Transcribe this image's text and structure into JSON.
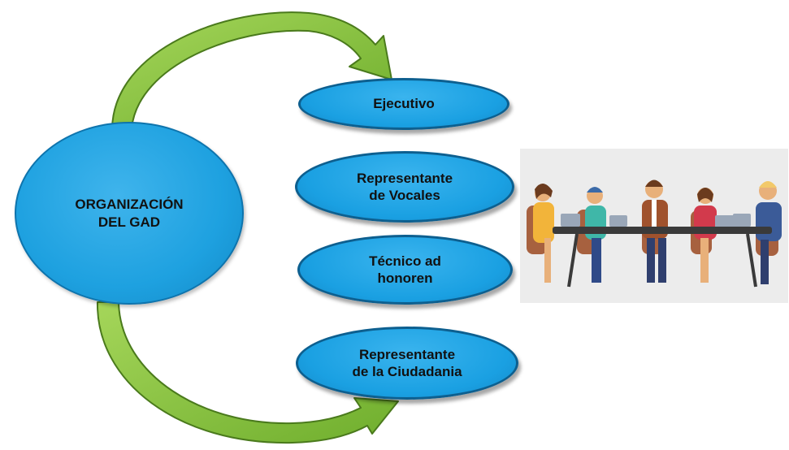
{
  "diagram": {
    "main_node": {
      "label": "ORGANIZACIÓN\nDEL GAD"
    },
    "sub_nodes": [
      {
        "label": "Ejecutivo"
      },
      {
        "label": "Representante\nde Vocales"
      },
      {
        "label": "Técnico ad\nhonoren"
      },
      {
        "label": "Representante\nde la Ciudadania"
      }
    ]
  },
  "colors": {
    "node_fill": "#1ea1e0",
    "node_border": "#0d5f8f",
    "arrow_fill": "#8dc63f",
    "arrow_border": "#4a7a1c"
  },
  "illustration": {
    "icon": "team-meeting-illustration"
  }
}
